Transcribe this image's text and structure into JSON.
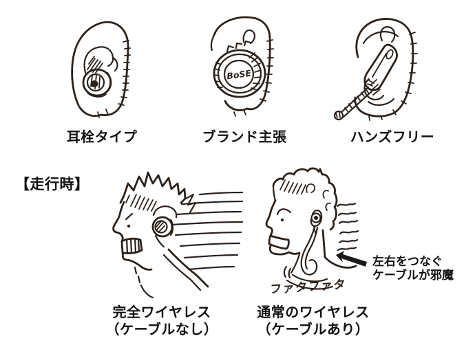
{
  "canvas": {
    "background": "#ffffff",
    "ink_color": "#2a211b",
    "text_color": "#111111"
  },
  "top_row": {
    "items": [
      {
        "label": "耳栓タイプ",
        "illustration": "ear-with-small-earplug-earbud"
      },
      {
        "label": "ブランド主張",
        "illustration": "ear-with-large-branded-earbud",
        "brand_text": "BoSE"
      },
      {
        "label": "ハンズフリー",
        "illustration": "ear-with-headset-and-boom-mic"
      }
    ]
  },
  "running_section": {
    "heading": "【走行時】",
    "left_figure": {
      "caption_line1": "完全ワイヤレス",
      "caption_line2": "（ケーブルなし）",
      "illustration": "running-man-truly-wireless-earbud"
    },
    "right_figure": {
      "caption_line1": "通常のワイヤレス",
      "caption_line2": "（ケーブルあり）",
      "sound_effect": "ファタファタ",
      "illustration": "running-man-neckband-cable-flapping"
    },
    "annotation": {
      "line1": "左右をつなぐ",
      "line2": "ケーブルが邪魔"
    }
  }
}
